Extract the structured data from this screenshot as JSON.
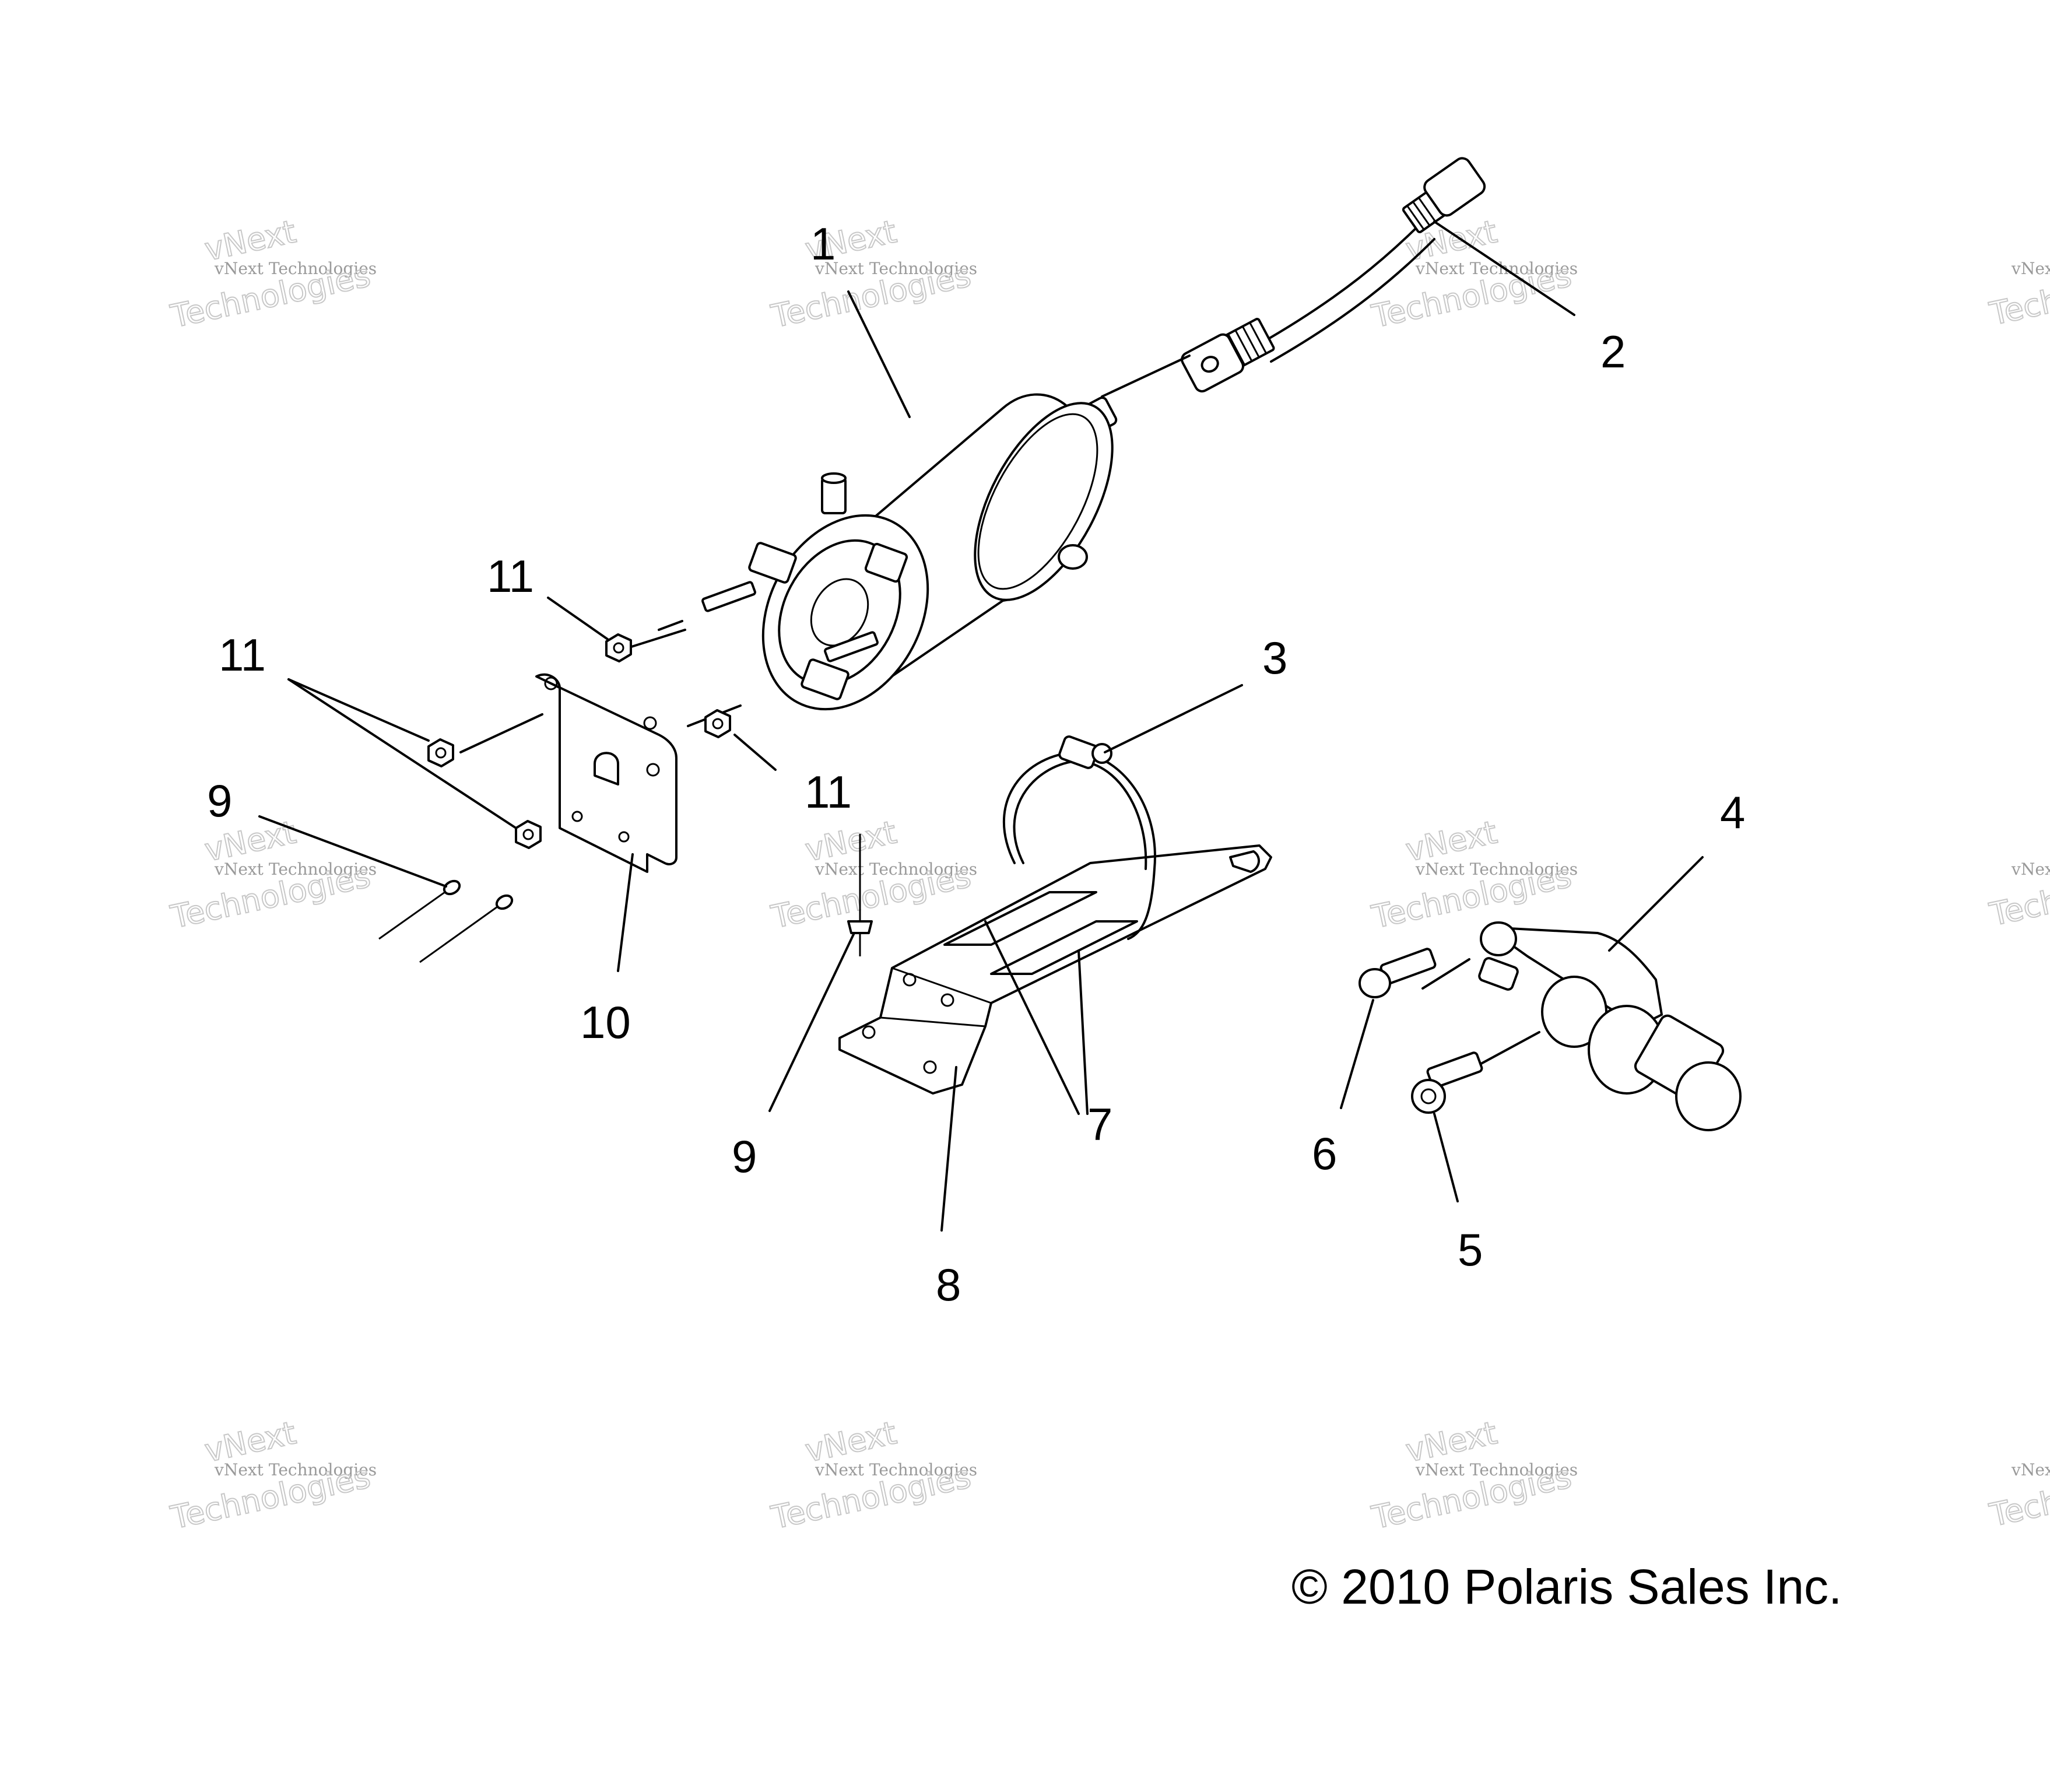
{
  "callouts": {
    "c1": "1",
    "c2": "2",
    "c3": "3",
    "c4": "4",
    "c5": "5",
    "c6": "6",
    "c7": "7",
    "c8": "8",
    "c9a": "9",
    "c9b": "9",
    "c10": "10",
    "c11a": "11",
    "c11b": "11",
    "c11c": "11"
  },
  "watermark": {
    "small": "vNext Technologies",
    "big_a": "vNext",
    "big_b": "Technologies"
  },
  "copyright": "© 2010 Polaris Sales Inc."
}
